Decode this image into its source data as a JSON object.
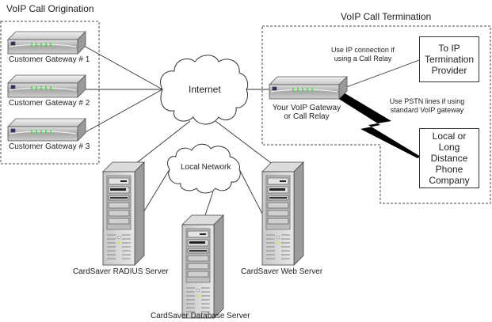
{
  "origination": {
    "title": "VoIP Call Origination",
    "gateways": [
      {
        "label": "Customer Gateway # 1"
      },
      {
        "label": "Customer Gateway # 2"
      },
      {
        "label": "Customer Gateway # 3"
      }
    ]
  },
  "internet": {
    "label": "Internet"
  },
  "local_network": {
    "label": "Local Network"
  },
  "termination": {
    "title": "VoIP Call Termination",
    "gateway_label_line1": "Your VoIP Gateway",
    "gateway_label_line2": "or Call Relay",
    "ip_note_line1": "Use IP connection if",
    "ip_note_line2": "using a Call Relay",
    "pstn_note_line1": "Use PSTN lines if using",
    "pstn_note_line2": "standard VoIP gateway",
    "ip_provider_box": [
      "To IP",
      "Termination",
      "Provider"
    ],
    "phone_company_box": [
      "Local or",
      "Long",
      "Distance",
      "Phone",
      "Company"
    ]
  },
  "servers": {
    "radius": "CardSaver RADIUS Server",
    "web": "CardSaver Web Server",
    "database": "CardSaver Database Server"
  }
}
